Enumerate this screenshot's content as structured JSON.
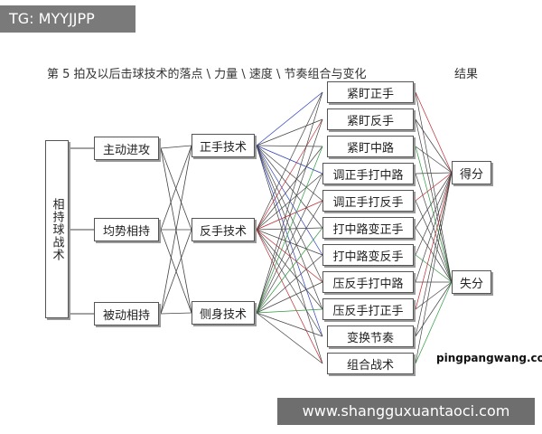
{
  "watermark_top": "TG: MYYJJPP",
  "heading": "第 5 拍及以后击球技术的落点 \\ 力量 \\ 速度 \\ 节奏组合与变化",
  "result_heading": "结果",
  "root": "相持球战术",
  "strategies": [
    "主动进攻",
    "均势相持",
    "被动相持"
  ],
  "techniques": [
    "正手技术",
    "反手技术",
    "侧身技术"
  ],
  "placements": [
    "紧盯正手",
    "紧盯反手",
    "紧盯中路",
    "调正手打中路",
    "调正手打反手",
    "打中路变正手",
    "打中路变反手",
    "压反手打中路",
    "压反手打正手",
    "变换节奏",
    "组合战术"
  ],
  "outcomes": [
    "得分",
    "失分"
  ],
  "site_mark": "pingpangwang.com",
  "url_banner": "www.shangguxuantaoci.com",
  "colors": {
    "lines": "#444444",
    "accent_blue": "#2b3fbf",
    "accent_red": "#c0282e",
    "accent_green": "#2d9a3e"
  }
}
